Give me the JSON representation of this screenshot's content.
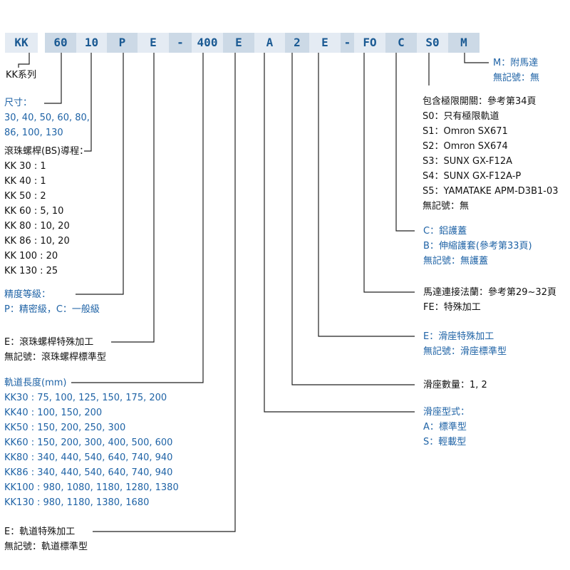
{
  "colors": {
    "blue_text": "#1f63a6",
    "code_text": "#1b5a93",
    "box_light": "#e4ebf3",
    "box_dark": "#ccd9e6",
    "line": "#222222"
  },
  "code": [
    "KK",
    "60",
    "10",
    "P",
    "E",
    "-",
    "400",
    "E",
    "A",
    "2",
    "E",
    "-",
    "FO",
    "C",
    "S0",
    "M"
  ],
  "notes": {
    "series": [
      "KK系列"
    ],
    "size": [
      "尺寸：",
      "30, 40, 50, 60, 80,",
      "86, 100, 130"
    ],
    "lead": [
      "滾珠螺桿(BS)導程：",
      "KK 30 : 1",
      "KK 40 : 1",
      "KK 50 : 2",
      "KK 60 :  5, 10",
      "KK 80 : 10, 20",
      "KK 86 :  10, 20",
      "KK 100 :  20",
      "KK 130 :  25"
    ],
    "accuracy": [
      "精度等級：",
      "P：精密級，C：一般級"
    ],
    "screw_special": [
      "E：滾珠螺桿特殊加工",
      "無記號：滾珠螺桿標準型"
    ],
    "rail_length": [
      "軌道長度(mm)",
      "KK30 : 75, 100, 125, 150, 175, 200",
      "KK40 : 100, 150, 200",
      "KK50 : 150, 200, 250, 300",
      "KK60 : 150, 200, 300,  400,  500, 600",
      "KK80 : 340, 440, 540, 640, 740, 940",
      "KK86 : 340, 440, 540, 640, 740, 940",
      "KK100 : 980, 1080, 1180, 1280, 1380",
      "KK130 : 980, 1180, 1380, 1680"
    ],
    "rail_special": [
      "E：軌道特殊加工",
      "無記號：軌道標準型"
    ],
    "motor": [
      "M：附馬達",
      "無記號：無"
    ],
    "limit_switch": [
      "包含極限開關：參考第34頁",
      "S0：只有極限軌道",
      "S1：Omron SX671",
      "S2：Omron SX674",
      "S3：SUNX GX-F12A",
      "S4：SUNX GX-F12A-P",
      "S5：YAMATAKE APM-D3B1-03",
      "無記號：無"
    ],
    "cover": [
      "C：鋁護蓋",
      "B：伸縮護套(參考第33頁)",
      "無記號：無護蓋"
    ],
    "flange": [
      "馬達連接法蘭：參考第29~32頁",
      "FE：特殊加工"
    ],
    "slide_special": [
      "E：滑座特殊加工",
      "無記號：滑座標準型"
    ],
    "slide_qty": [
      "滑座數量：1, 2"
    ],
    "slide_type": [
      "滑座型式：",
      "A：標準型",
      "S：輕載型"
    ]
  }
}
